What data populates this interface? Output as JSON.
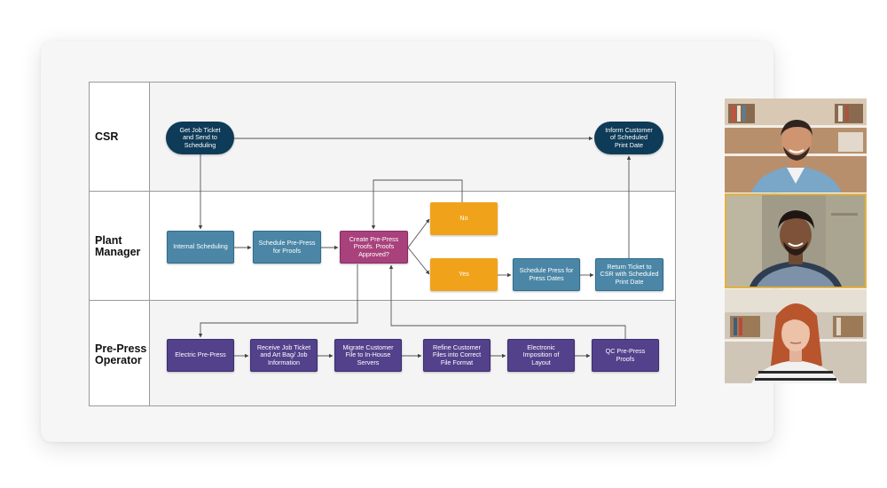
{
  "lanes": {
    "csr": "CSR",
    "plant_manager": [
      "Plant",
      "Manager"
    ],
    "pre_press_operator": [
      "Pre-Press",
      "Operator"
    ]
  },
  "nodes": {
    "get_job_ticket": [
      "Get Job Ticket",
      "and Send to",
      "Scheduling"
    ],
    "inform_customer": [
      "Inform Customer",
      "of Scheduled",
      "Print Date"
    ],
    "internal_scheduling": [
      "Internal Scheduling"
    ],
    "schedule_pre_press": [
      "Schedule Pre-Press",
      "for Proofs"
    ],
    "create_pre_press": [
      "Create Pre-Press",
      "Proofs. Proofs",
      "Approved?"
    ],
    "no": [
      "No"
    ],
    "yes": [
      "Yes"
    ],
    "schedule_press": [
      "Schedule Press for",
      "Press Dates"
    ],
    "return_ticket": [
      "Return Ticket to",
      "CSR with Scheduled",
      "Print Date"
    ],
    "electric_pre_press": [
      "Electric Pre-Press"
    ],
    "receive_job_ticket": [
      "Receive Job Ticket",
      "and Art Bag/ Job",
      "Information"
    ],
    "migrate_customer": [
      "Migrate Customer",
      "File to In-House",
      "Servers"
    ],
    "refine_customer": [
      "Refine Customer",
      "Files into Correct",
      "File Format"
    ],
    "electronic_imposition": [
      "Electronic",
      "Imposition of",
      "Layout"
    ],
    "qc_pre_press": [
      "QC Pre-Press",
      "Proofs"
    ]
  },
  "colors": {
    "csr_pill": "#0e3b58",
    "plant_teal": "#4b86a6",
    "decision_magenta": "#a8417c",
    "branch_orange": "#f0a31a",
    "operator_purple": "#53418b",
    "active_speaker_border": "#e6b23a"
  },
  "participants": [
    {
      "name": "participant-1",
      "active": false
    },
    {
      "name": "participant-2",
      "active": true
    },
    {
      "name": "participant-3",
      "active": false
    }
  ]
}
